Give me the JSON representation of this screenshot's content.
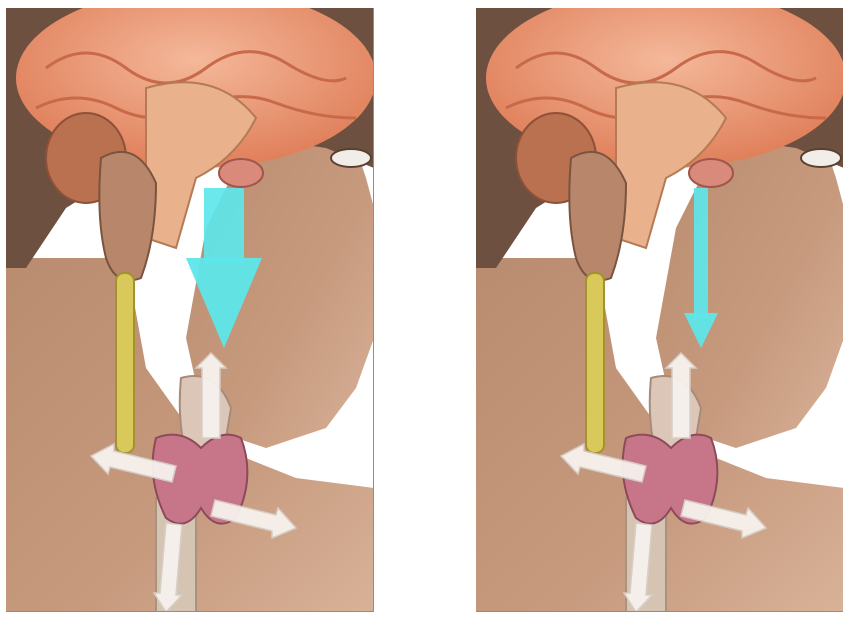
{
  "figure": {
    "panels": [
      {
        "id": "left",
        "hormone_arrow": "large"
      },
      {
        "id": "right",
        "hormone_arrow": "small"
      }
    ],
    "colors": {
      "background": "#ffffff",
      "skin": "#c79a7e",
      "skin_shadow": "#8a604a",
      "brain": "#e8956f",
      "brain_highlight": "#f4b89a",
      "hair": "#5c4030",
      "spine": "#d9c85a",
      "thyroid": "#c7768a",
      "trachea": "#d6c4b3",
      "pituitary_arrow": "#5ee6ea",
      "signal_arrows": "#f7f2ee",
      "panel_border": "#8a8f94"
    },
    "icons": [
      "brain-icon",
      "thyroid-icon",
      "arrow-down-icon",
      "arrow-out-icon"
    ]
  }
}
